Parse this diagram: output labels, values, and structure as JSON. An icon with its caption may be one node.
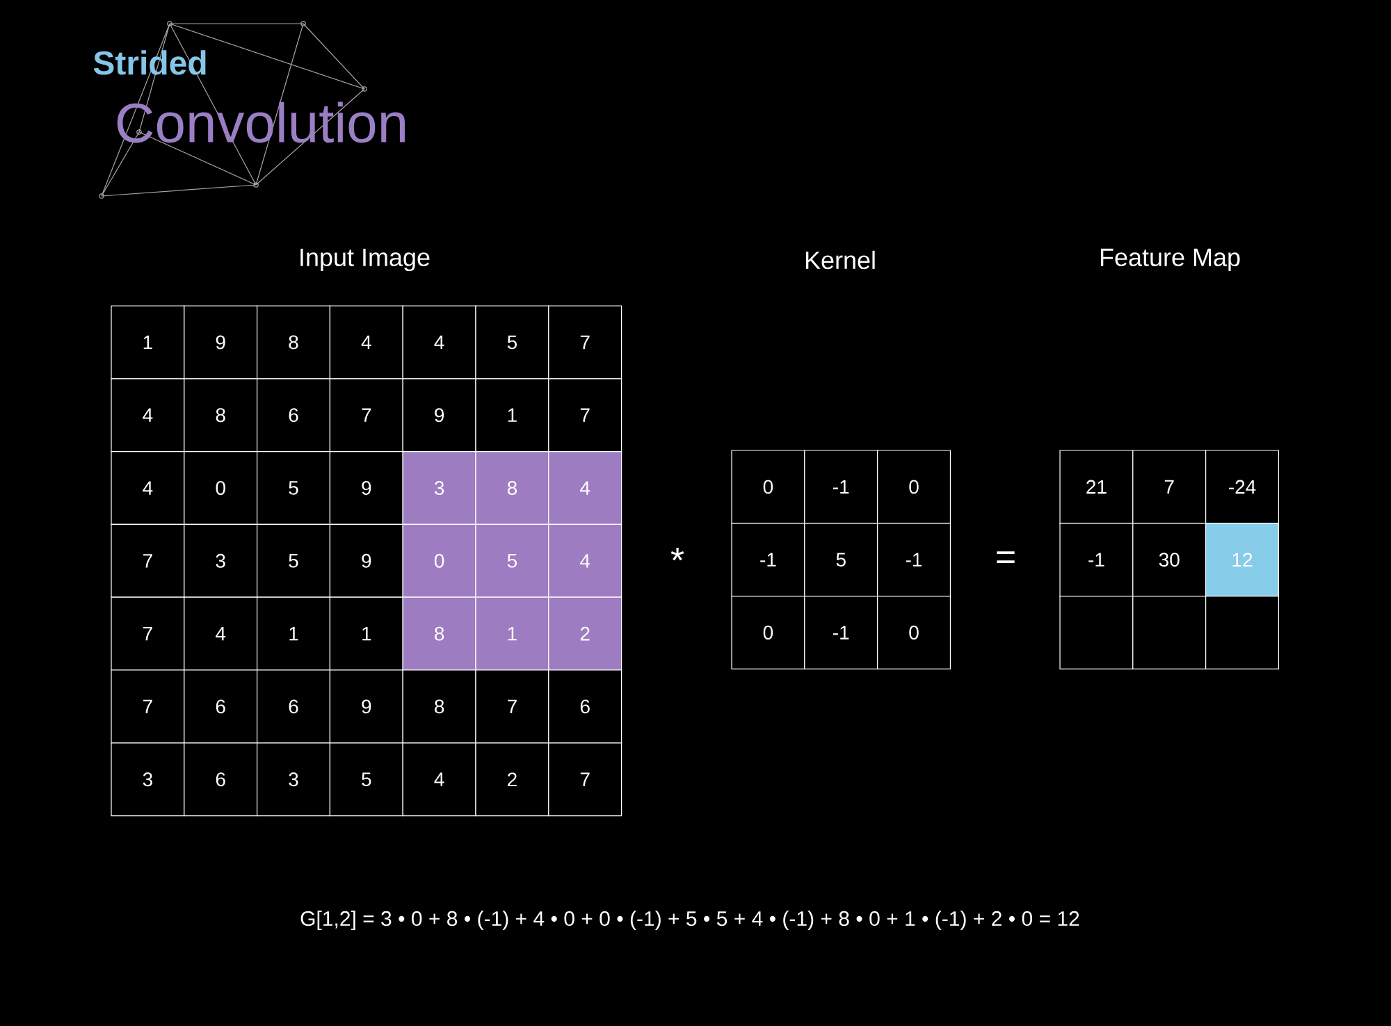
{
  "diagram": {
    "labels": [
      "Strided",
      "Convolution",
      "Input Image",
      "Kernel",
      "Feature Map",
      "1",
      "9",
      "8",
      "4",
      "4",
      "5",
      "7",
      "4",
      "8",
      "6",
      "7",
      "9",
      "1",
      "7",
      "4",
      "0",
      "5",
      "9",
      "3",
      "8",
      "4",
      "7",
      "3",
      "5",
      "9",
      "0",
      "5",
      "4",
      "7",
      "4",
      "1",
      "1",
      "8",
      "1",
      "2",
      "7",
      "6",
      "6",
      "9",
      "8",
      "7",
      "6",
      "3",
      "6",
      "3",
      "5",
      "4",
      "2",
      "7",
      "*",
      "0",
      "-1",
      "0",
      "-1",
      "5",
      "-1",
      "0",
      "-1",
      "0",
      "=",
      "21",
      "7",
      "-24",
      "-1",
      "30",
      "12",
      "G[1,2] = 3 • 0 + 8 • (-1) + 4 • 0 + 0 • (-1) + 5 • 5 + 4 • (-1) + 8 • 0 + 1 • (-1) + 2 • 0 = 12"
    ]
  }
}
